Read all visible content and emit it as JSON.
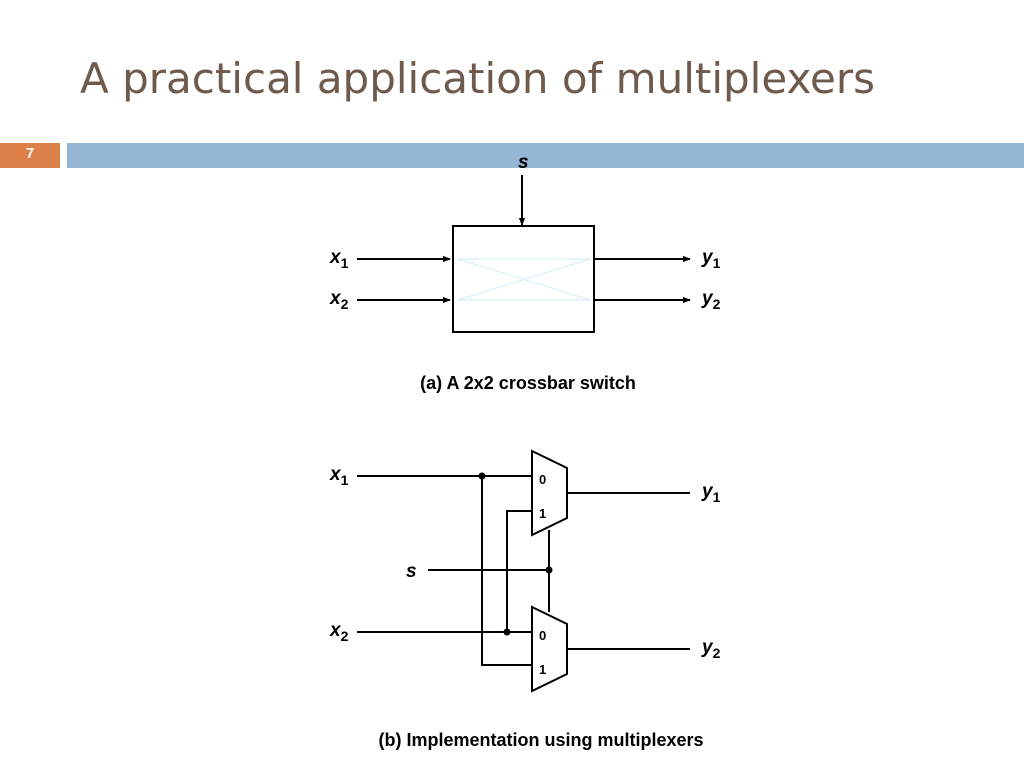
{
  "slide": {
    "title": "A practical application of multiplexers",
    "number": "7"
  },
  "diagram_a": {
    "select": "s",
    "inputs": [
      {
        "base": "x",
        "sub": "1"
      },
      {
        "base": "x",
        "sub": "2"
      }
    ],
    "outputs": [
      {
        "base": "y",
        "sub": "1"
      },
      {
        "base": "y",
        "sub": "2"
      }
    ],
    "caption": "(a) A 2x2 crossbar switch"
  },
  "diagram_b": {
    "select": "s",
    "inputs": [
      {
        "base": "x",
        "sub": "1"
      },
      {
        "base": "x",
        "sub": "2"
      }
    ],
    "outputs": [
      {
        "base": "y",
        "sub": "1"
      },
      {
        "base": "y",
        "sub": "2"
      }
    ],
    "mux_pins": [
      "0",
      "1"
    ],
    "caption": "(b) Implementation using multiplexers"
  }
}
